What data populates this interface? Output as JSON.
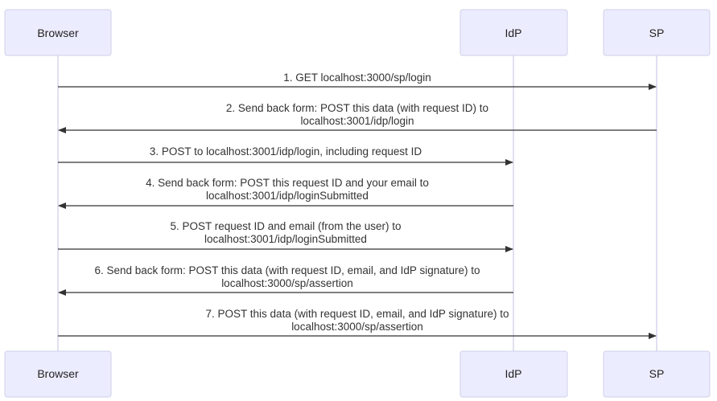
{
  "colors": {
    "actor_fill": "#ececff",
    "actor_border": "#cfcfe8",
    "lifeline": "#d5d5ec",
    "message_line": "#333333",
    "text": "#222222"
  },
  "participants": [
    {
      "id": "browser",
      "label": "Browser"
    },
    {
      "id": "idp",
      "label": "IdP"
    },
    {
      "id": "sp",
      "label": "SP"
    }
  ],
  "messages": [
    {
      "from": "browser",
      "to": "sp",
      "lines": [
        "1. GET localhost:3000/sp/login"
      ]
    },
    {
      "from": "sp",
      "to": "browser",
      "lines": [
        "2. Send back form: POST this data (with request ID) to",
        "localhost:3001/idp/login"
      ]
    },
    {
      "from": "browser",
      "to": "idp",
      "lines": [
        "3. POST to localhost:3001/idp/login, including request ID"
      ]
    },
    {
      "from": "idp",
      "to": "browser",
      "lines": [
        "4. Send back form: POST this request ID and your email to",
        "localhost:3001/idp/loginSubmitted"
      ]
    },
    {
      "from": "browser",
      "to": "idp",
      "lines": [
        "5. POST request ID and email (from the user) to",
        "localhost:3001/idp/loginSubmitted"
      ]
    },
    {
      "from": "idp",
      "to": "browser",
      "lines": [
        "6. Send back form: POST this data (with request ID, email, and IdP signature) to",
        "localhost:3000/sp/assertion"
      ]
    },
    {
      "from": "browser",
      "to": "sp",
      "lines": [
        "7. POST this data (with request ID, email, and IdP signature) to",
        "localhost:3000/sp/assertion"
      ]
    }
  ]
}
